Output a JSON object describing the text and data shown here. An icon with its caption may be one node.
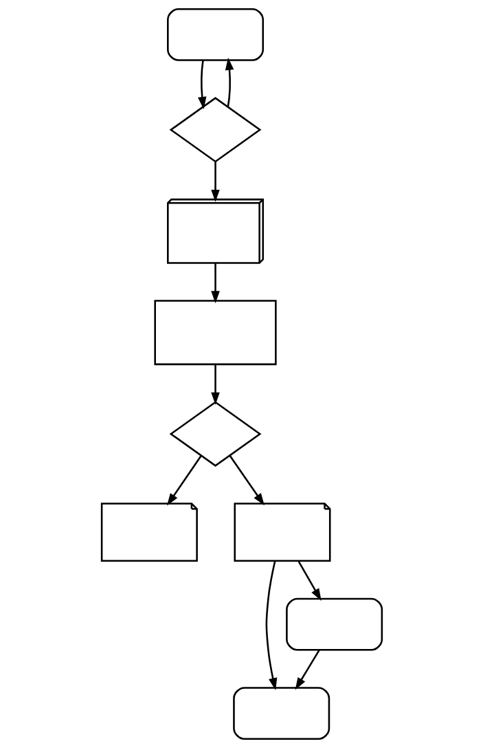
{
  "diagram": {
    "nodes": [
      {
        "text": [],
        "shape": "box"
      },
      {
        "text": [],
        "shape": "diamond"
      },
      {
        "text": [],
        "shape": "documents"
      },
      {
        "text": [],
        "shape": "rectangle"
      },
      {
        "text": [],
        "shape": "diamond"
      },
      {
        "text": [],
        "shape": "document"
      },
      {
        "text": [],
        "shape": "document"
      },
      {
        "text": [],
        "shape": "box"
      },
      {
        "text": [],
        "shape": "box"
      }
    ],
    "edges": [
      {
        "from": 0,
        "to": 1,
        "arrow": "to"
      },
      {
        "from": 1,
        "to": 0,
        "arrow": "to"
      },
      {
        "from": 1,
        "to": 2,
        "arrow": "to"
      },
      {
        "from": 2,
        "to": 3,
        "arrow": "to"
      },
      {
        "from": 3,
        "to": 4,
        "arrow": "to"
      },
      {
        "from": 4,
        "to": 5,
        "arrow": "to"
      },
      {
        "from": 4,
        "to": 6,
        "arrow": "to"
      },
      {
        "from": 6,
        "to": 7,
        "arrow": "to"
      },
      {
        "from": 6,
        "to": 8,
        "arrow": "to"
      },
      {
        "from": 8,
        "to": 7,
        "arrow": "to"
      }
    ]
  }
}
